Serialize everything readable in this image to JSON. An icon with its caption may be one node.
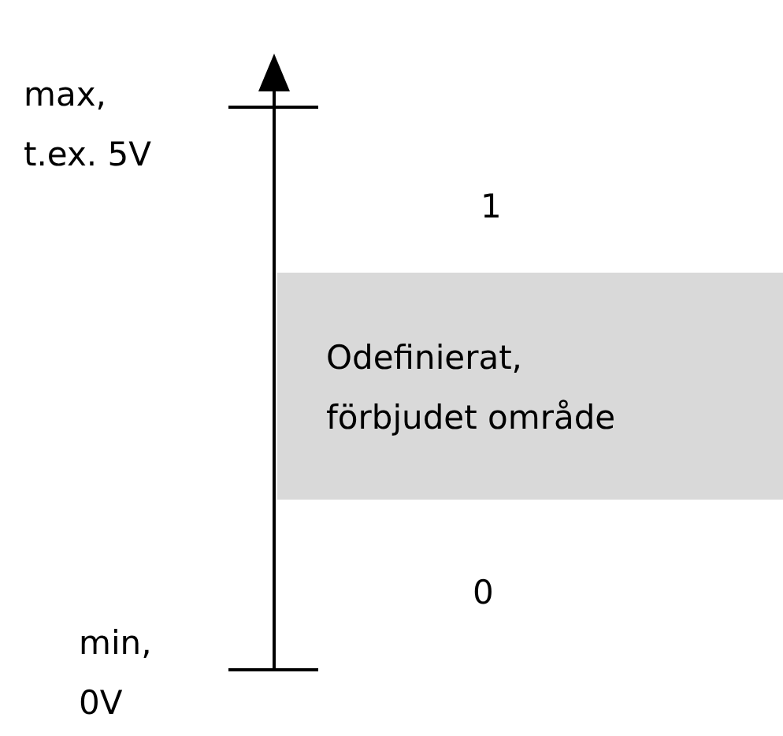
{
  "diagram": {
    "nodes": [
      {
        "text": [
          "Odefinierat, förbjudet område"
        ]
      }
    ],
    "labels": [
      "max, t.ex. 5V",
      "1",
      "0",
      "min, 0V"
    ]
  }
}
